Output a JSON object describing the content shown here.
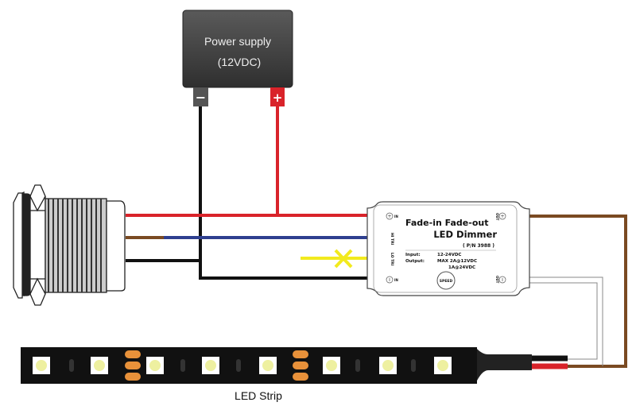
{
  "power_supply": {
    "title": "Power supply",
    "voltage": "(12VDC)",
    "negative_terminal": "−",
    "positive_terminal": "+"
  },
  "dimmer": {
    "title_line1": "Fade-in Fade-out",
    "title_line2": "LED Dimmer",
    "part_number": "( P/N  3988 )",
    "input_label": "Input:",
    "input_value": "12-24VDC",
    "output_label": "Output:",
    "output_value1": "MAX 2A@12VDC",
    "output_value2": "1A@24VDC",
    "speed_button": "SPEED",
    "terminal_in_pos": "IN",
    "terminal_hi_tri": "HI TRI",
    "terminal_lo_tri": "LO TRI",
    "terminal_in_neg": "IN",
    "terminal_out_pos": "OUT",
    "terminal_out_neg": "OUT"
  },
  "led_strip": {
    "label": "LED Strip"
  },
  "colors": {
    "red_wire": "#d9232a",
    "black_wire": "#111111",
    "brown_wire": "#7a4a22",
    "blue_wire": "#2e3f8f",
    "yellow_wire": "#f2ea1e",
    "strip": "#111111",
    "pad": "#e8913a",
    "led": "#eef0a0"
  }
}
